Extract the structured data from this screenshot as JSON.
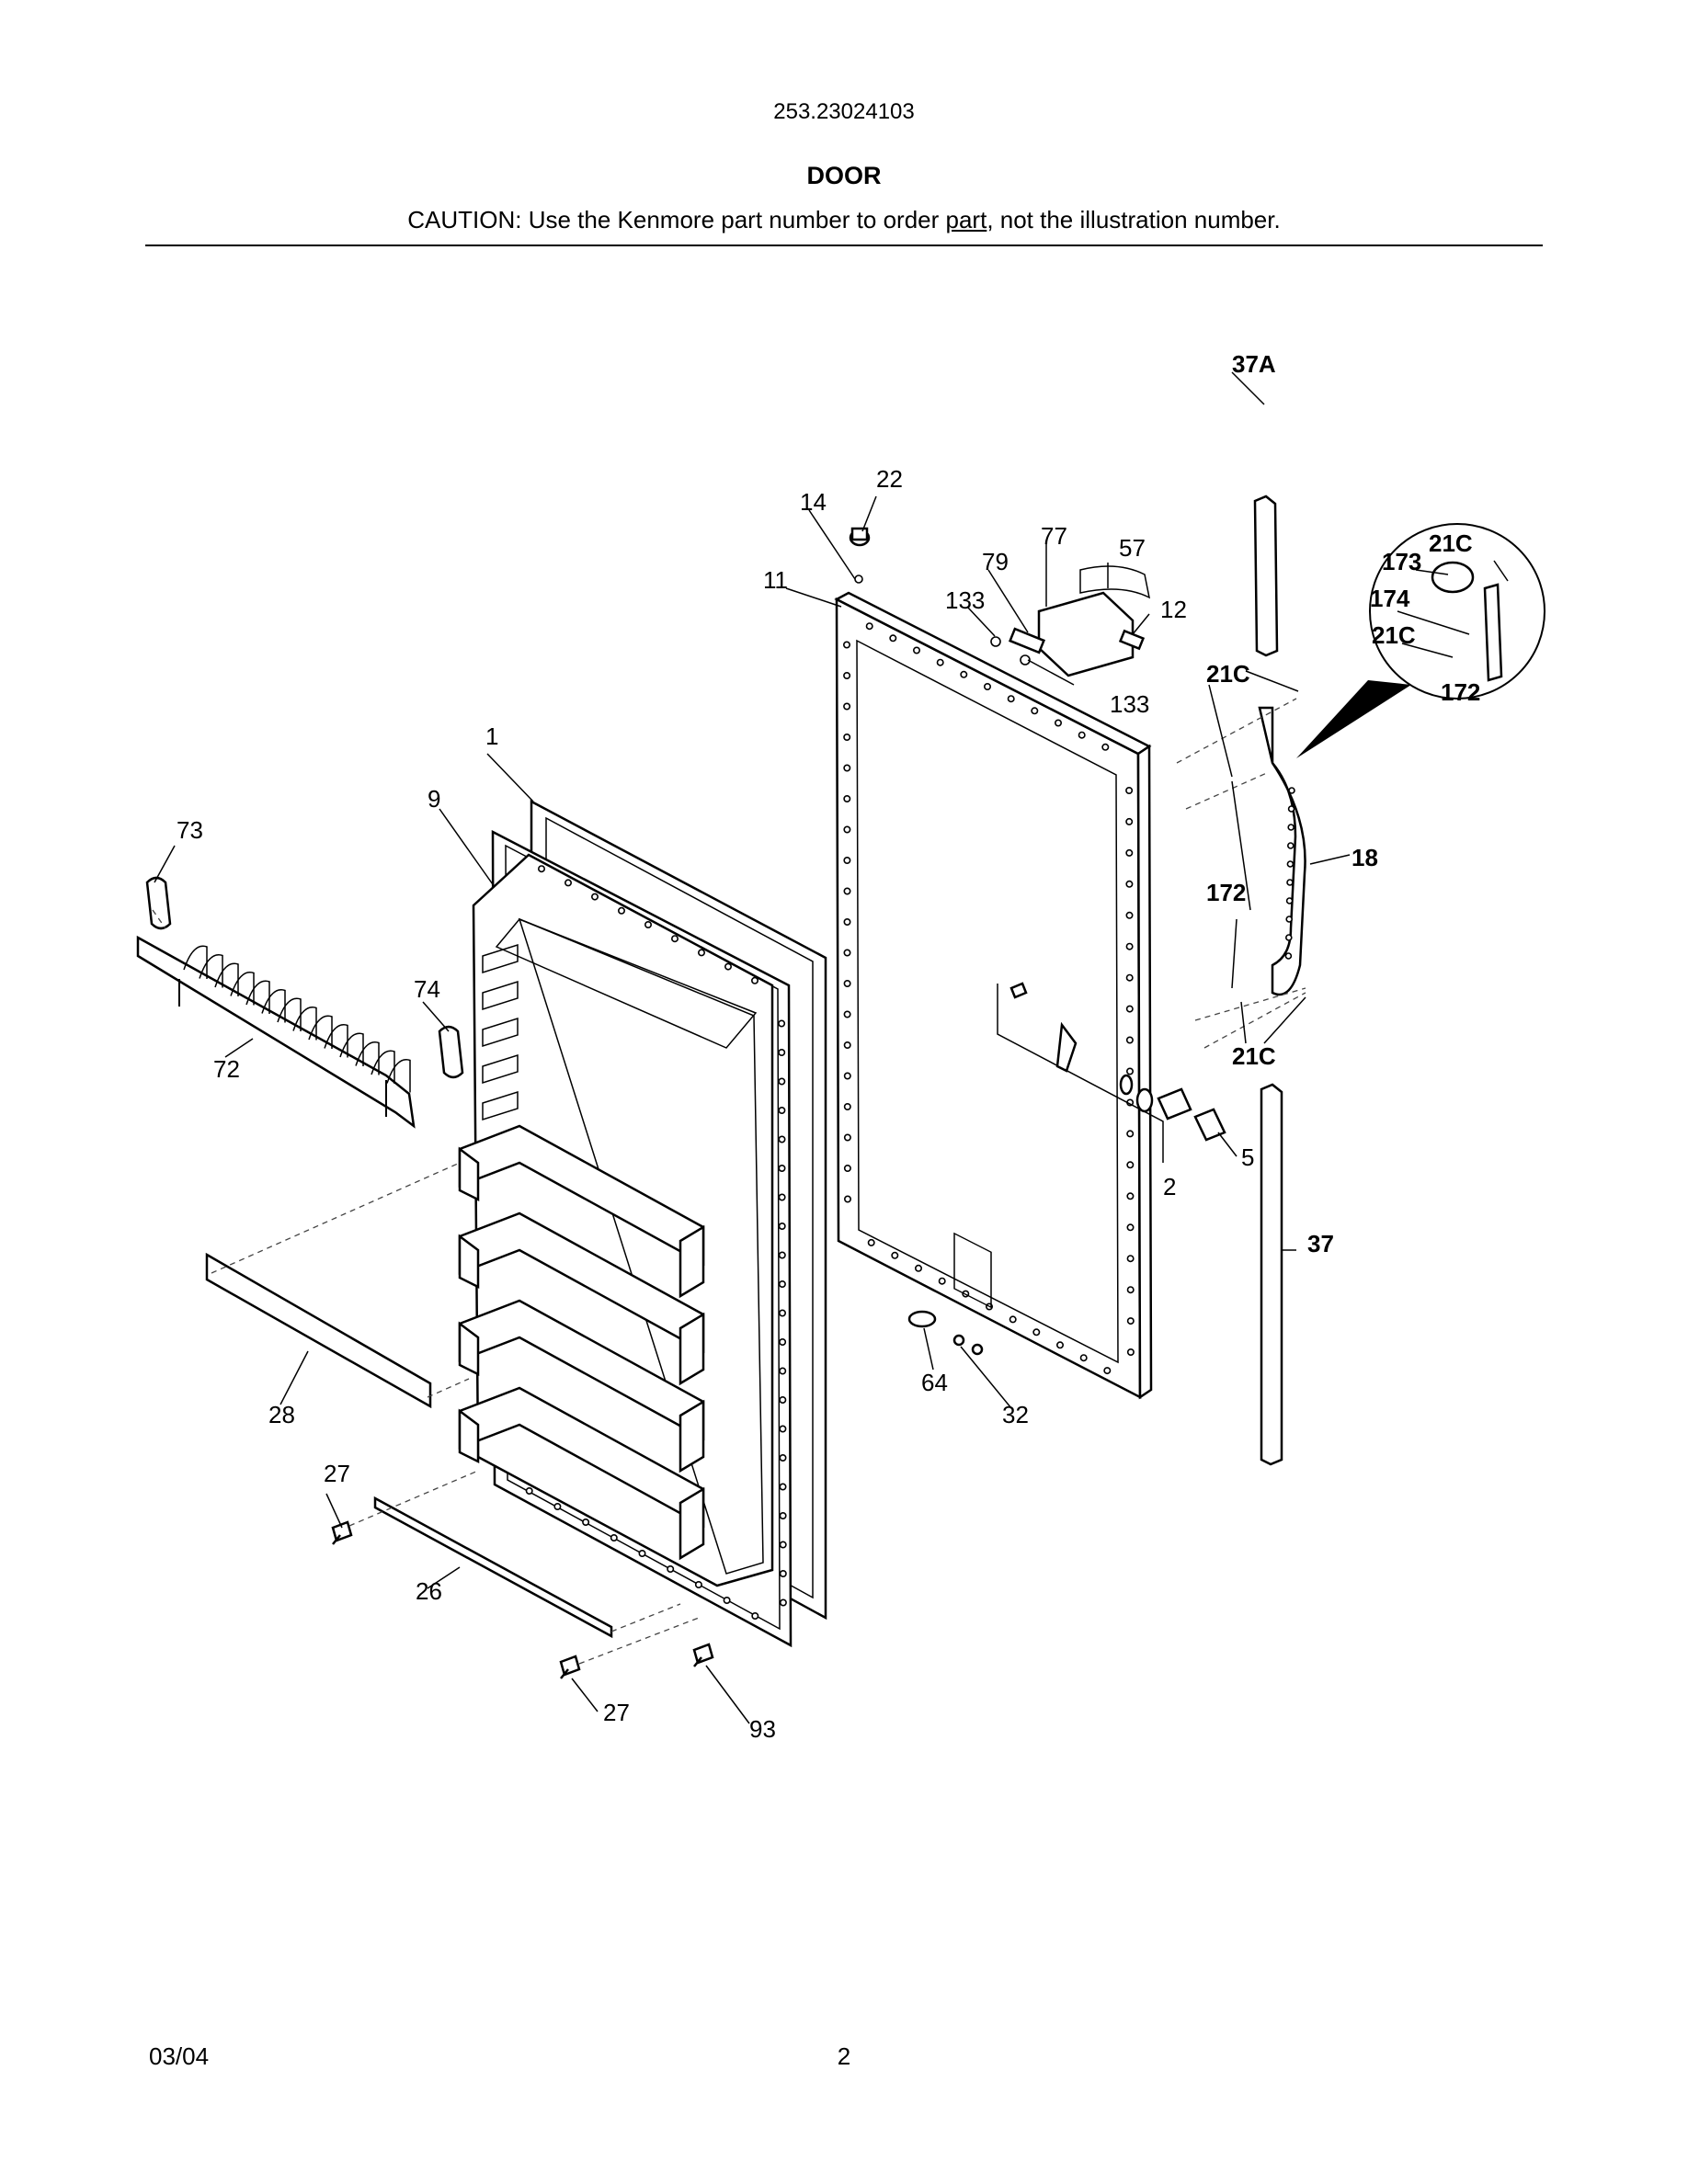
{
  "header": {
    "model_number": "253.23024103",
    "title": "DOOR",
    "caution_prefix": "CAUTION: Use the Kenmore part number to order ",
    "caution_underlined": "part",
    "caution_suffix": ", not the illustration number."
  },
  "footer": {
    "date": "03/04",
    "page_number": "2"
  },
  "callouts": [
    {
      "id": "c22",
      "label": "22",
      "bold": false
    },
    {
      "id": "c14",
      "label": "14",
      "bold": false
    },
    {
      "id": "c11",
      "label": "11",
      "bold": false
    },
    {
      "id": "c77",
      "label": "77",
      "bold": false
    },
    {
      "id": "c79",
      "label": "79",
      "bold": false
    },
    {
      "id": "c57",
      "label": "57",
      "bold": false
    },
    {
      "id": "c133a",
      "label": "133",
      "bold": false
    },
    {
      "id": "c12",
      "label": "12",
      "bold": false
    },
    {
      "id": "c133b",
      "label": "133",
      "bold": false
    },
    {
      "id": "c37A",
      "label": "37A",
      "bold": true
    },
    {
      "id": "c21Ca",
      "label": "21C",
      "bold": true
    },
    {
      "id": "c173",
      "label": "173",
      "bold": true
    },
    {
      "id": "c174",
      "label": "174",
      "bold": true
    },
    {
      "id": "c21Cb",
      "label": "21C",
      "bold": true
    },
    {
      "id": "c21Cc",
      "label": "21C",
      "bold": true
    },
    {
      "id": "c172a",
      "label": "172",
      "bold": true
    },
    {
      "id": "c18",
      "label": "18",
      "bold": true
    },
    {
      "id": "c172b",
      "label": "172",
      "bold": true
    },
    {
      "id": "c21Cd",
      "label": "21C",
      "bold": true
    },
    {
      "id": "c1",
      "label": "1",
      "bold": false
    },
    {
      "id": "c9",
      "label": "9",
      "bold": false
    },
    {
      "id": "c73",
      "label": "73",
      "bold": false
    },
    {
      "id": "c74",
      "label": "74",
      "bold": false
    },
    {
      "id": "c72",
      "label": "72",
      "bold": false
    },
    {
      "id": "c5",
      "label": "5",
      "bold": false
    },
    {
      "id": "c2",
      "label": "2",
      "bold": false
    },
    {
      "id": "c37",
      "label": "37",
      "bold": true
    },
    {
      "id": "c28",
      "label": "28",
      "bold": false
    },
    {
      "id": "c64",
      "label": "64",
      "bold": false
    },
    {
      "id": "c32",
      "label": "32",
      "bold": false
    },
    {
      "id": "c27a",
      "label": "27",
      "bold": false
    },
    {
      "id": "c26",
      "label": "26",
      "bold": false
    },
    {
      "id": "c27b",
      "label": "27",
      "bold": false
    },
    {
      "id": "c93",
      "label": "93",
      "bold": false
    }
  ]
}
